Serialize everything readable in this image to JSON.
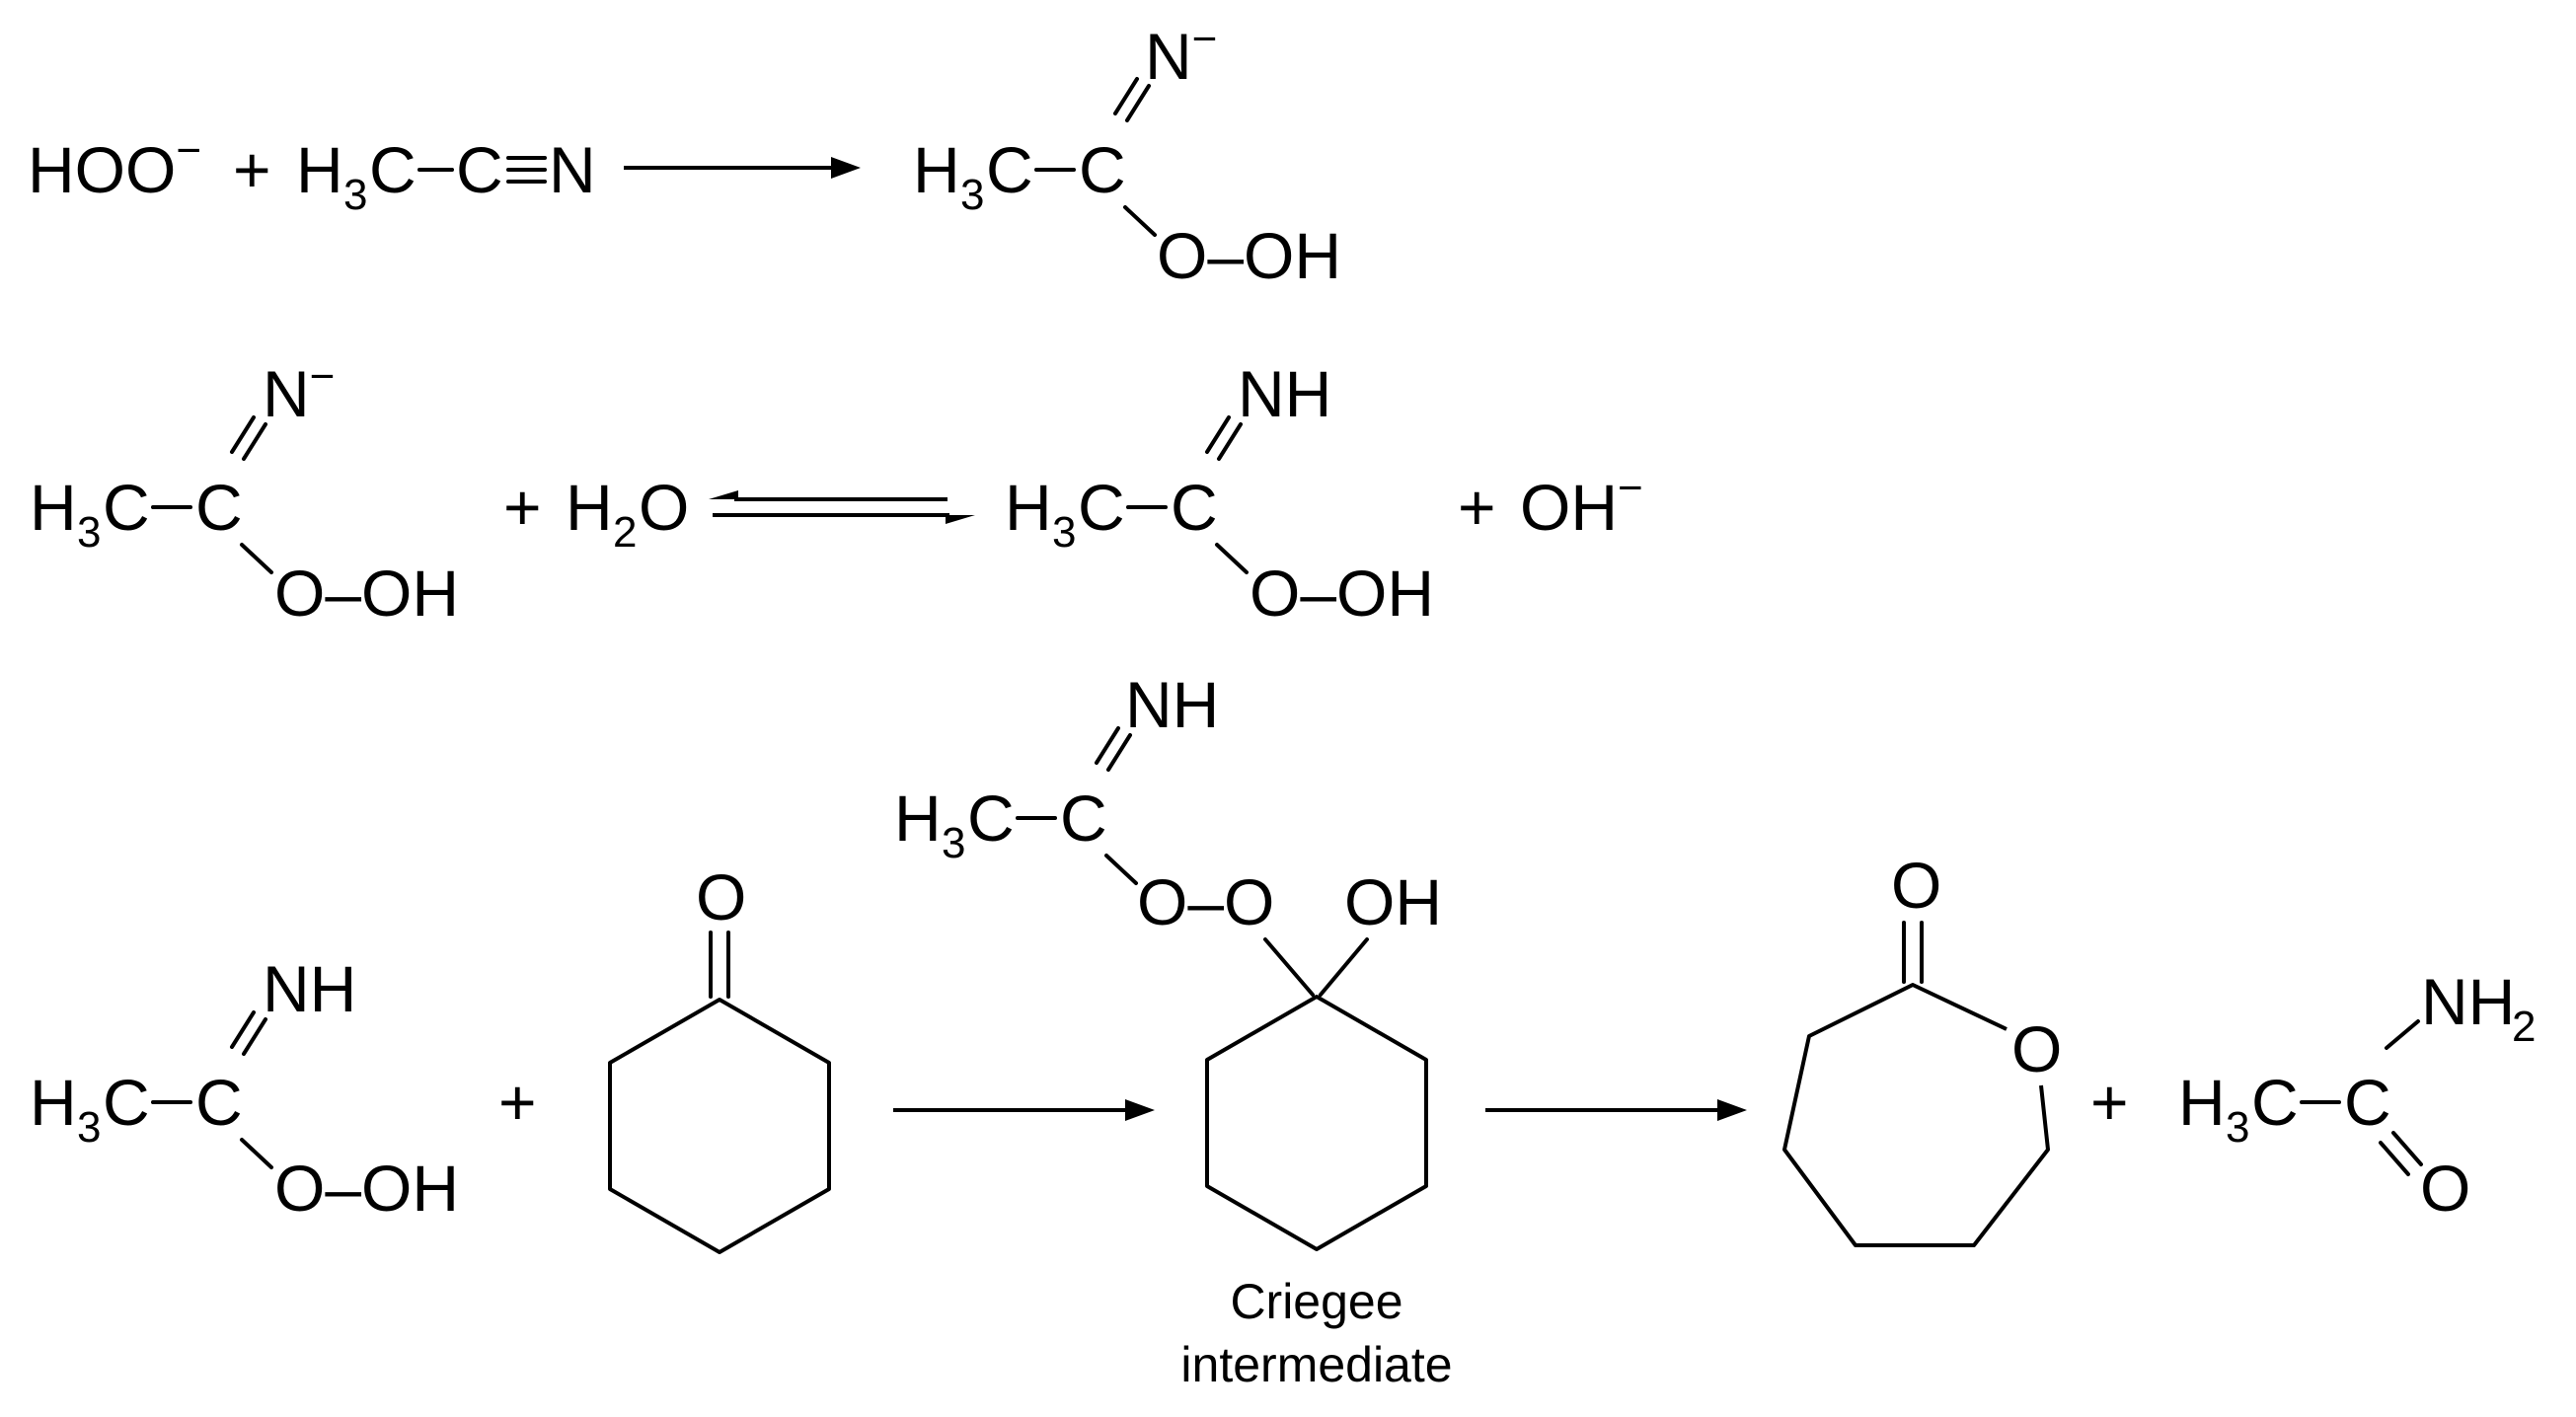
{
  "labels": {
    "hooh_anion": "HOO",
    "minus": "−",
    "plus": "+",
    "H3C": "H",
    "three": "3",
    "C": "C",
    "N": "N",
    "N_minus": "N",
    "O": "O",
    "OOH": "O–OH",
    "OO": "O–O",
    "OH": "OH",
    "NH": "NH",
    "NH2": "NH",
    "two": "2",
    "H2O_H": "H",
    "H2O_O": "O",
    "OH_anion": "OH",
    "dash": "–",
    "triple": "≡",
    "double": "=",
    "criegee_line1": "Criegee",
    "criegee_line2": "intermediate"
  }
}
